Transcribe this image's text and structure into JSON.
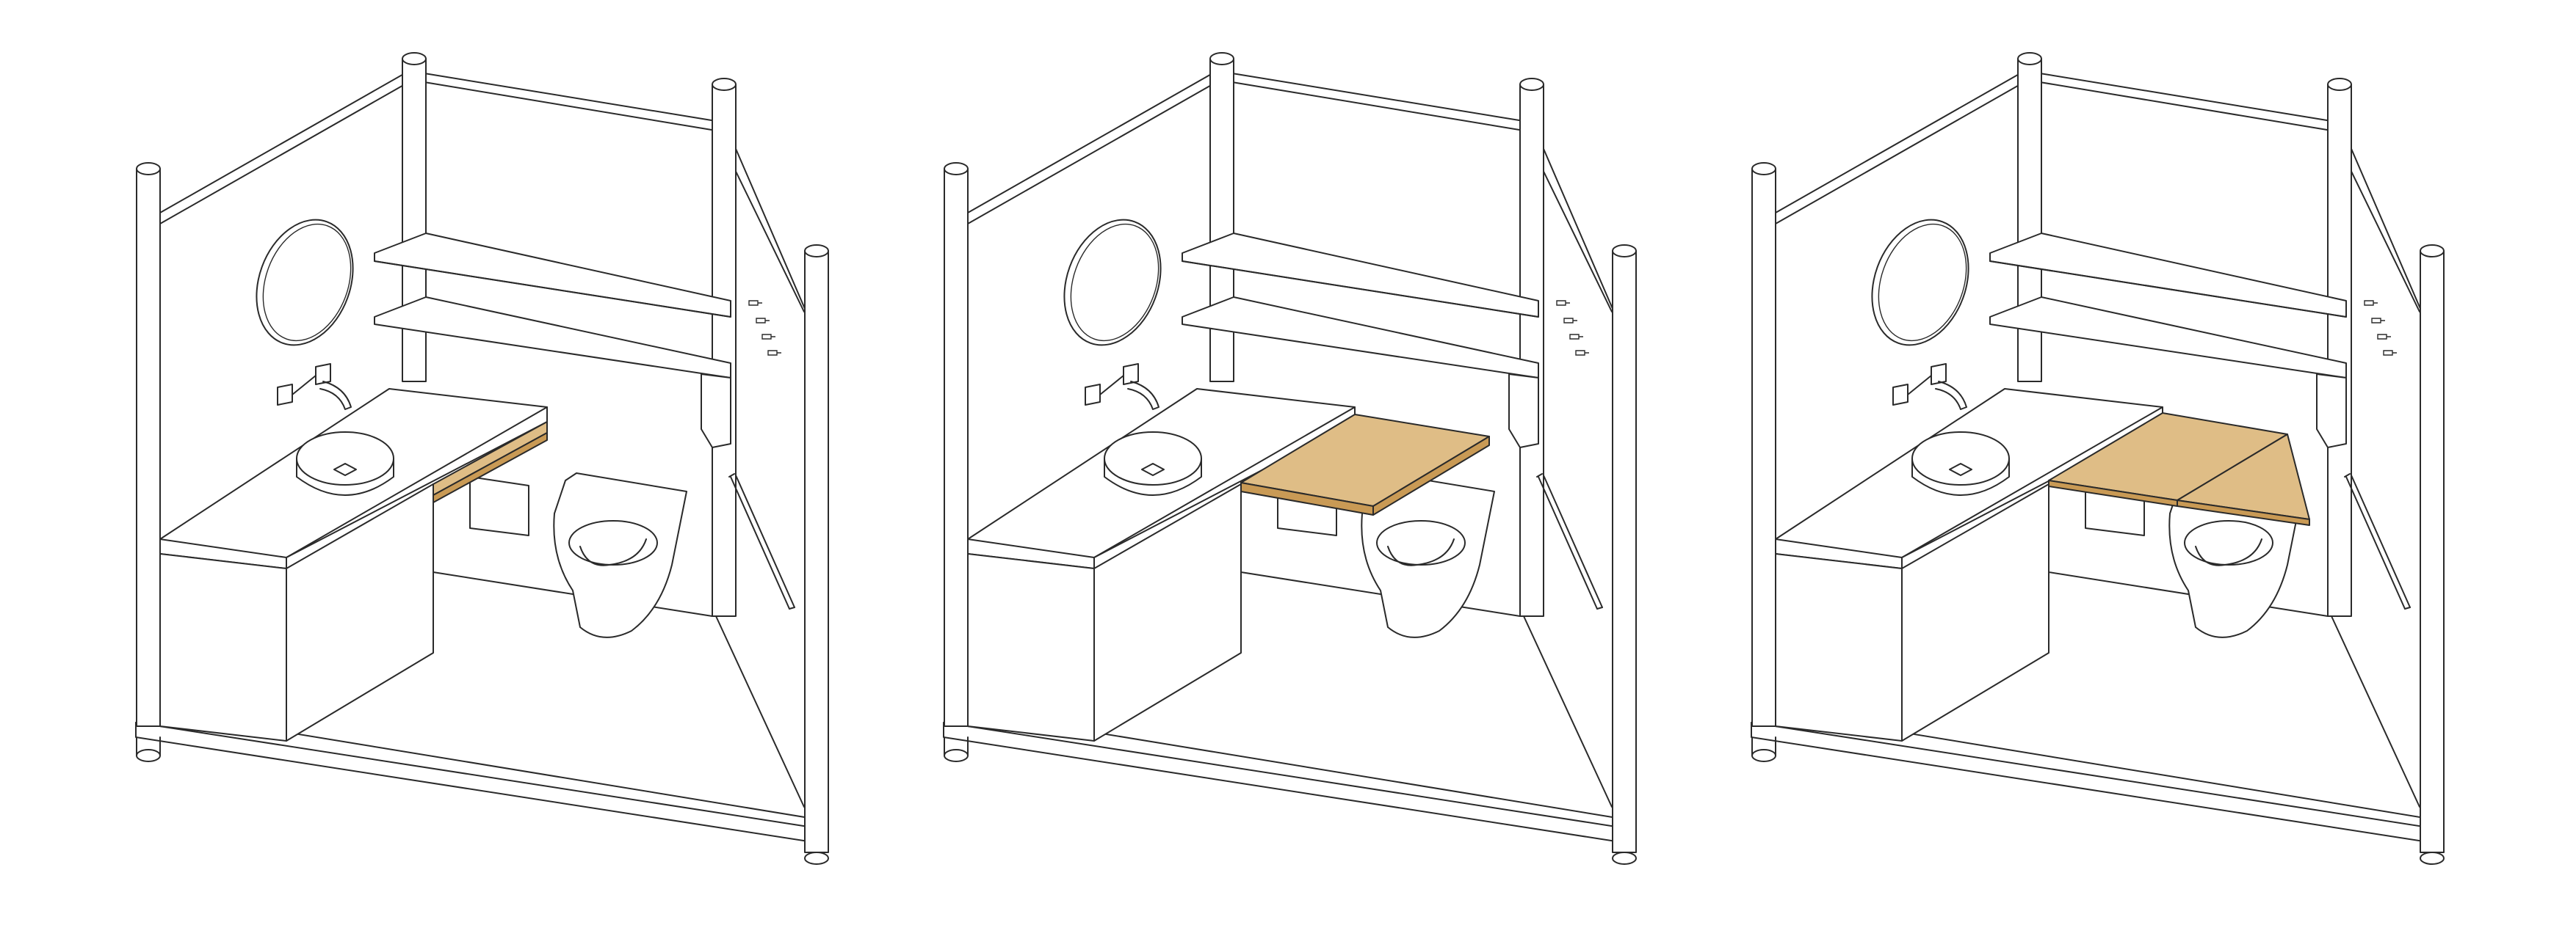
{
  "colors": {
    "line": "#2a2a2a",
    "wood": "#dfbd86",
    "wood_edge": "#c99a55",
    "background": "#ffffff"
  },
  "panels": [
    {
      "id": "folded",
      "shelf_state": "folded-down"
    },
    {
      "id": "half-open",
      "shelf_state": "half-extended"
    },
    {
      "id": "fully-open",
      "shelf_state": "fully-extended"
    }
  ]
}
